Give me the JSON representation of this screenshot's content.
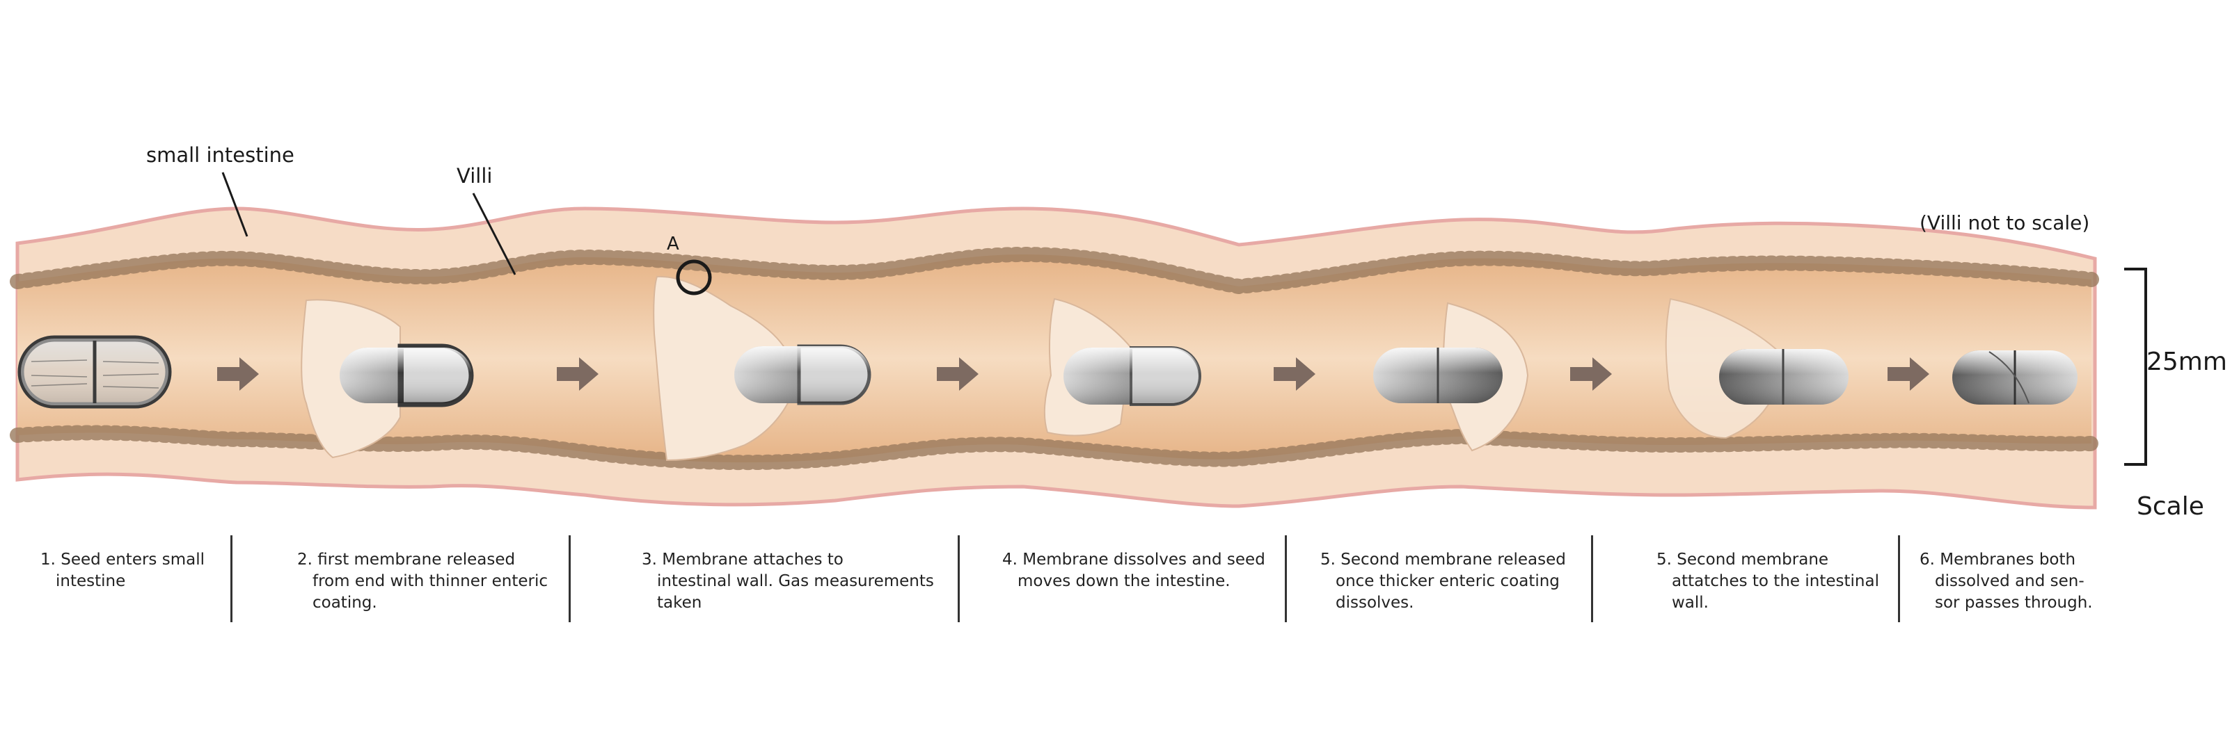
{
  "labels": {
    "small_intestine": "small intestine",
    "villi": "Villi",
    "villi_note": "(Villi not to scale)",
    "point_a": "A",
    "scale_value": "25mm",
    "scale_label": "Scale"
  },
  "steps": [
    {
      "number": "1.",
      "line1": "Seed enters small",
      "rest": [
        "intestine"
      ]
    },
    {
      "number": "2.",
      "line1": "first membrane released",
      "rest": [
        "from end with thinner enteric",
        "coating."
      ]
    },
    {
      "number": "3.",
      "line1": "Membrane attaches to",
      "rest": [
        "intestinal wall. Gas measurements",
        "taken"
      ]
    },
    {
      "number": "4.",
      "line1": "Membrane dissolves and seed",
      "rest": [
        "moves down the intestine."
      ]
    },
    {
      "number": "5.",
      "line1": "Second membrane released",
      "rest": [
        "once thicker enteric coating",
        "dissolves."
      ]
    },
    {
      "number": "5.",
      "line1": "Second membrane",
      "rest": [
        "attatches to the intestinal",
        "wall."
      ]
    },
    {
      "number": "6.",
      "line1": "Membranes both",
      "rest": [
        "dissolved and sen-",
        "sor passes through."
      ]
    }
  ],
  "colors": {
    "outer_wall": "#f6dcc6",
    "wall_edge": "#e7a9a5",
    "lumen": "#ecbf94",
    "lumen_center": "#f3d5b5",
    "villi": "#a98a6e",
    "arrow": "#7d6a61",
    "membrane": "#f8e8d8",
    "capsule_dark": "#3a3a3a"
  },
  "icons": [
    "capsule-icon",
    "membrane-icon",
    "arrow-right-icon",
    "scale-bracket-icon"
  ]
}
